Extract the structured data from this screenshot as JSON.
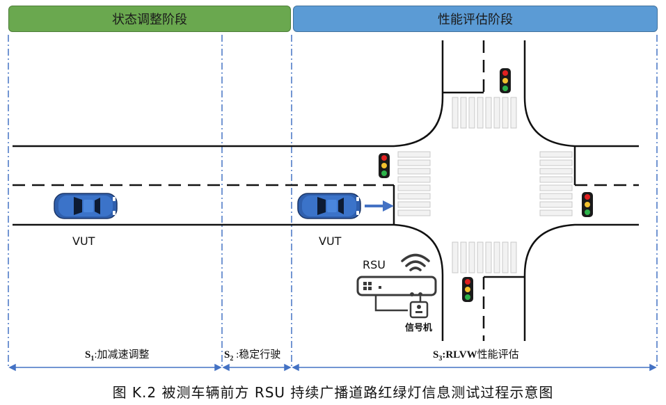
{
  "phases": {
    "left": "状态调整阶段",
    "right": "性能评估阶段"
  },
  "labels": {
    "vut_left": "VUT",
    "vut_right": "VUT",
    "rsu": "RSU",
    "signal_machine": "信号机"
  },
  "segments": {
    "s1_symbol": "S",
    "s1_sub": "1",
    "s1_text": ":加减速调整",
    "s2_symbol": "S",
    "s2_sub": "2",
    "s2_text": " :稳定行驶",
    "s3_symbol": "S",
    "s3_sub": "3",
    "s3_bold": ":RLVW",
    "s3_text": "性能评估"
  },
  "caption": "图 K.2 被测车辆前方 RSU 持续广播道路红绿灯信息测试过程示意图",
  "colors": {
    "phase_left": "#6aa84f",
    "phase_right": "#5b9bd5",
    "car_body": "#2f5fad",
    "arrow": "#4472c4",
    "divider": "#4472c4"
  },
  "icons": [
    "car-icon",
    "traffic-light-icon",
    "wifi-icon",
    "rsu-device-icon",
    "signal-controller-icon",
    "arrow-icon"
  ]
}
